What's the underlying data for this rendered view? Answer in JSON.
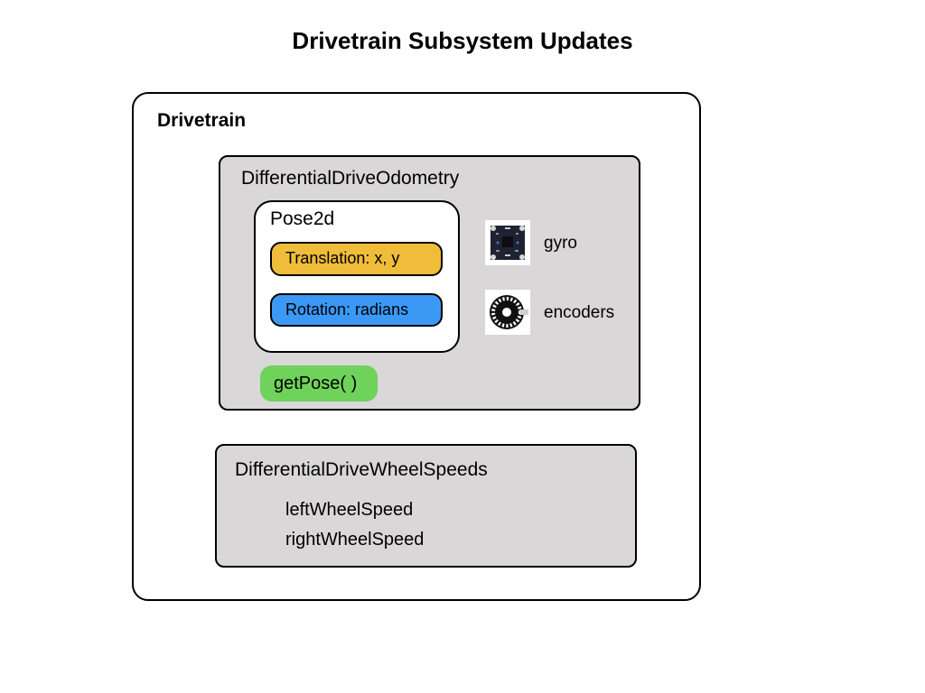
{
  "title": "Drivetrain Subsystem Updates",
  "drivetrain": {
    "label": "Drivetrain",
    "odometry": {
      "label": "DifferentialDriveOdometry",
      "pose": {
        "label": "Pose2d",
        "translation": "Translation: x, y",
        "rotation": "Rotation: radians"
      },
      "method": "getPose( )",
      "sensors": [
        {
          "label": "gyro",
          "icon": "gyro-board-icon"
        },
        {
          "label": "encoders",
          "icon": "encoder-wheel-icon"
        }
      ]
    },
    "wheel_speeds": {
      "label": "DifferentialDriveWheelSpeeds",
      "fields": [
        "leftWheelSpeed",
        "rightWheelSpeed"
      ]
    }
  },
  "colors": {
    "translation": "#f0bd3a",
    "rotation": "#3b98f5",
    "method": "#6fd25a",
    "panel": "#d9d7d8"
  }
}
